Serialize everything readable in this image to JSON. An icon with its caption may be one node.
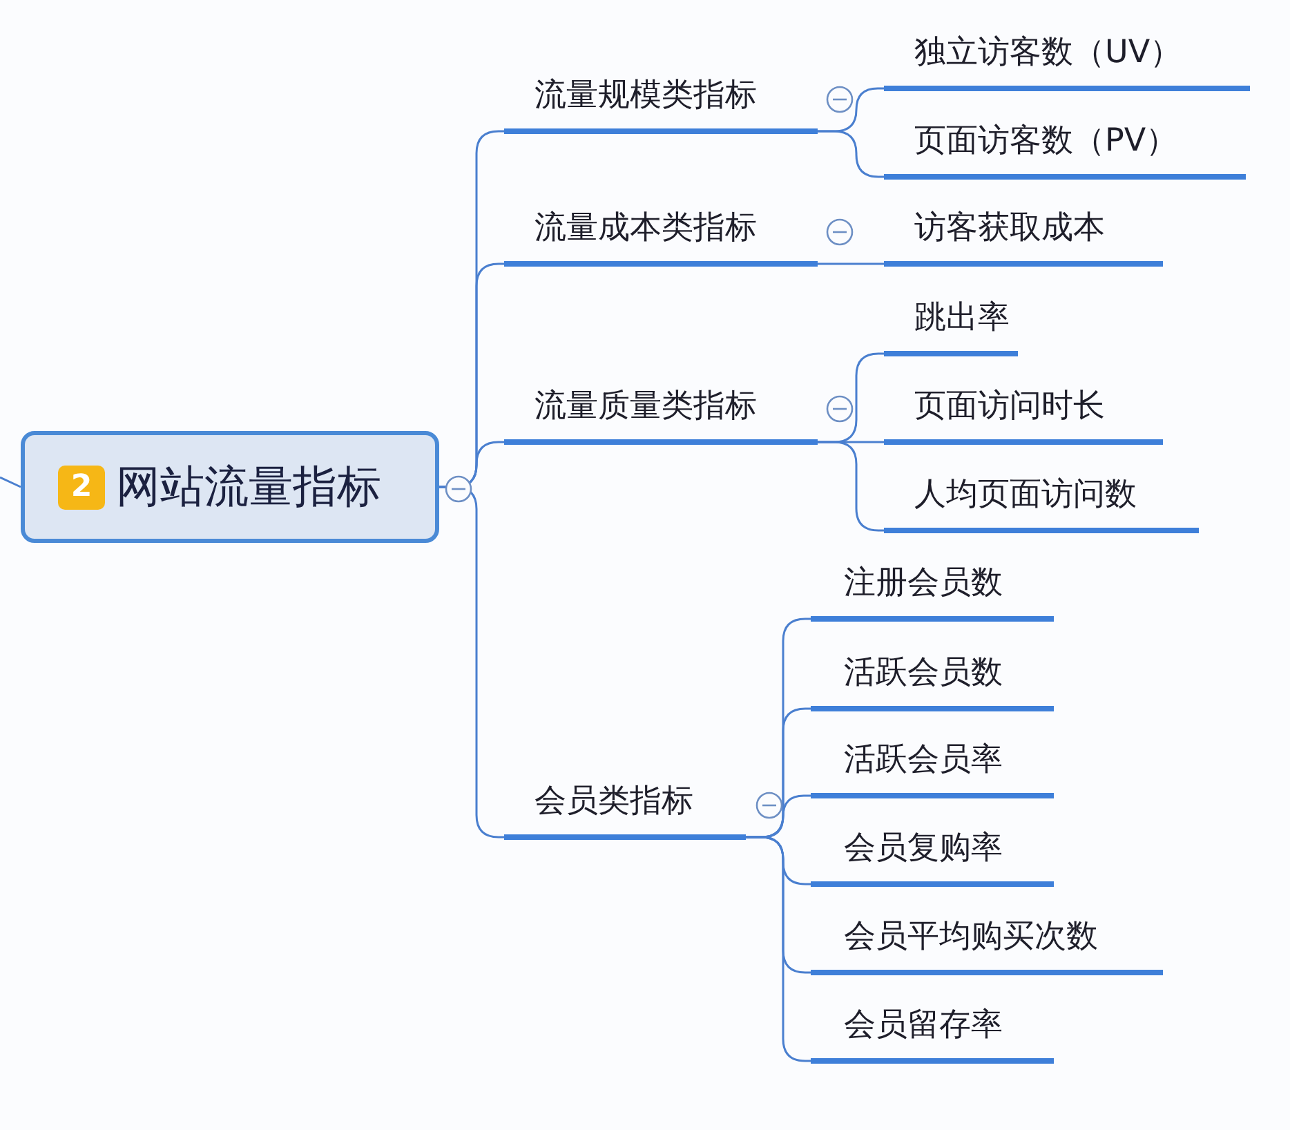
{
  "diagram": {
    "nodes": [
      {
        "text": [
          "2",
          "网站流量指标"
        ]
      },
      {
        "text": [
          "流量规模类指标"
        ]
      },
      {
        "text": [
          "独立访客数（UV）"
        ]
      },
      {
        "text": [
          "页面访客数（PV）"
        ]
      },
      {
        "text": [
          "流量成本类指标"
        ]
      },
      {
        "text": [
          "访客获取成本"
        ]
      },
      {
        "text": [
          "流量质量类指标"
        ]
      },
      {
        "text": [
          "跳出率"
        ]
      },
      {
        "text": [
          "页面访问时长"
        ]
      },
      {
        "text": [
          "人均页面访问数"
        ]
      },
      {
        "text": [
          "会员类指标"
        ]
      },
      {
        "text": [
          "注册会员数"
        ]
      },
      {
        "text": [
          "活跃会员数"
        ]
      },
      {
        "text": [
          "活跃会员率"
        ]
      },
      {
        "text": [
          "会员复购率"
        ]
      },
      {
        "text": [
          "会员平均购买次数"
        ]
      },
      {
        "text": [
          "会员留存率"
        ]
      }
    ],
    "edges": [
      {
        "from": null,
        "to": 0,
        "arrow": "none"
      },
      {
        "from": 0,
        "to": 1,
        "arrow": "none"
      },
      {
        "from": 0,
        "to": 4,
        "arrow": "none"
      },
      {
        "from": 0,
        "to": 6,
        "arrow": "none"
      },
      {
        "from": 0,
        "to": 10,
        "arrow": "none"
      },
      {
        "from": 1,
        "to": 2,
        "arrow": "none"
      },
      {
        "from": 1,
        "to": 3,
        "arrow": "none"
      },
      {
        "from": 4,
        "to": 5,
        "arrow": "none"
      },
      {
        "from": 6,
        "to": 7,
        "arrow": "none"
      },
      {
        "from": 6,
        "to": 8,
        "arrow": "none"
      },
      {
        "from": 6,
        "to": 9,
        "arrow": "none"
      },
      {
        "from": 10,
        "to": 11,
        "arrow": "none"
      },
      {
        "from": 10,
        "to": 12,
        "arrow": "none"
      },
      {
        "from": 10,
        "to": 13,
        "arrow": "none"
      },
      {
        "from": 10,
        "to": 14,
        "arrow": "none"
      },
      {
        "from": 10,
        "to": 15,
        "arrow": "none"
      },
      {
        "from": 10,
        "to": 16,
        "arrow": "none"
      }
    ]
  }
}
